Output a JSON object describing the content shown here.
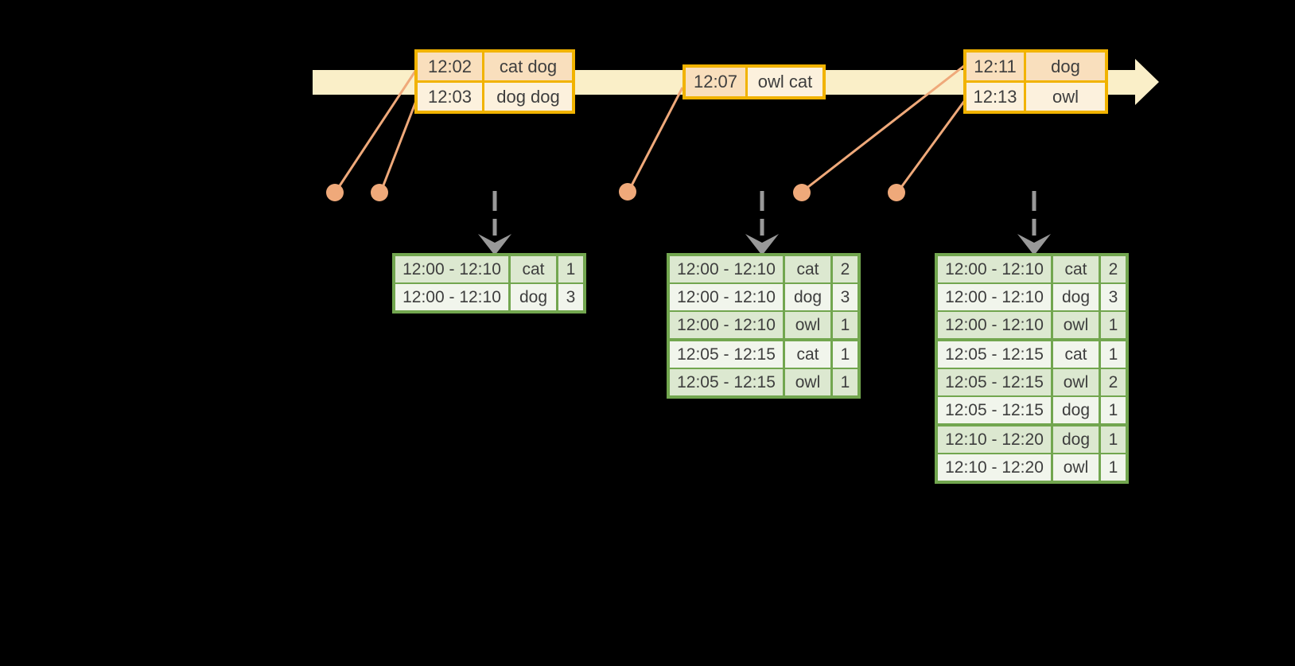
{
  "colors": {
    "background": "#000000",
    "timeline_fill": "#FAEFC8",
    "event_box_border": "#F1B300",
    "event_row_peach": "#F9DFBD",
    "event_row_cream": "#FCF1DD",
    "connector_and_dots": "#EFA97A",
    "trigger_arrow_gray": "#999999",
    "result_table_border": "#72A64F",
    "result_row_dark": "#DCE8D0",
    "result_row_light": "#F1F5EC",
    "text": "#3E3E3E"
  },
  "timeline": {
    "event_groups": [
      {
        "rows": [
          {
            "time": "12:02",
            "words": "cat dog"
          },
          {
            "time": "12:03",
            "words": "dog dog"
          }
        ]
      },
      {
        "rows": [
          {
            "time": "12:07",
            "words": "owl cat"
          }
        ]
      },
      {
        "rows": [
          {
            "time": "12:11",
            "words": "dog"
          },
          {
            "time": "12:13",
            "words": "owl"
          }
        ]
      }
    ]
  },
  "result_tables": [
    {
      "rows": [
        {
          "window": "12:00 - 12:10",
          "word": "cat",
          "count": 1
        },
        {
          "window": "12:00 - 12:10",
          "word": "dog",
          "count": 3
        }
      ]
    },
    {
      "rows": [
        {
          "window": "12:00 - 12:10",
          "word": "cat",
          "count": 2
        },
        {
          "window": "12:00 - 12:10",
          "word": "dog",
          "count": 3
        },
        {
          "window": "12:00 - 12:10",
          "word": "owl",
          "count": 1
        },
        {
          "window": "12:05 - 12:15",
          "word": "cat",
          "count": 1
        },
        {
          "window": "12:05 - 12:15",
          "word": "owl",
          "count": 1
        }
      ]
    },
    {
      "rows": [
        {
          "window": "12:00 - 12:10",
          "word": "cat",
          "count": 2
        },
        {
          "window": "12:00 - 12:10",
          "word": "dog",
          "count": 3
        },
        {
          "window": "12:00 - 12:10",
          "word": "owl",
          "count": 1
        },
        {
          "window": "12:05 - 12:15",
          "word": "cat",
          "count": 1
        },
        {
          "window": "12:05 - 12:15",
          "word": "owl",
          "count": 2
        },
        {
          "window": "12:05 - 12:15",
          "word": "dog",
          "count": 1
        },
        {
          "window": "12:10 - 12:20",
          "word": "dog",
          "count": 1
        },
        {
          "window": "12:10 - 12:20",
          "word": "owl",
          "count": 1
        }
      ]
    }
  ]
}
